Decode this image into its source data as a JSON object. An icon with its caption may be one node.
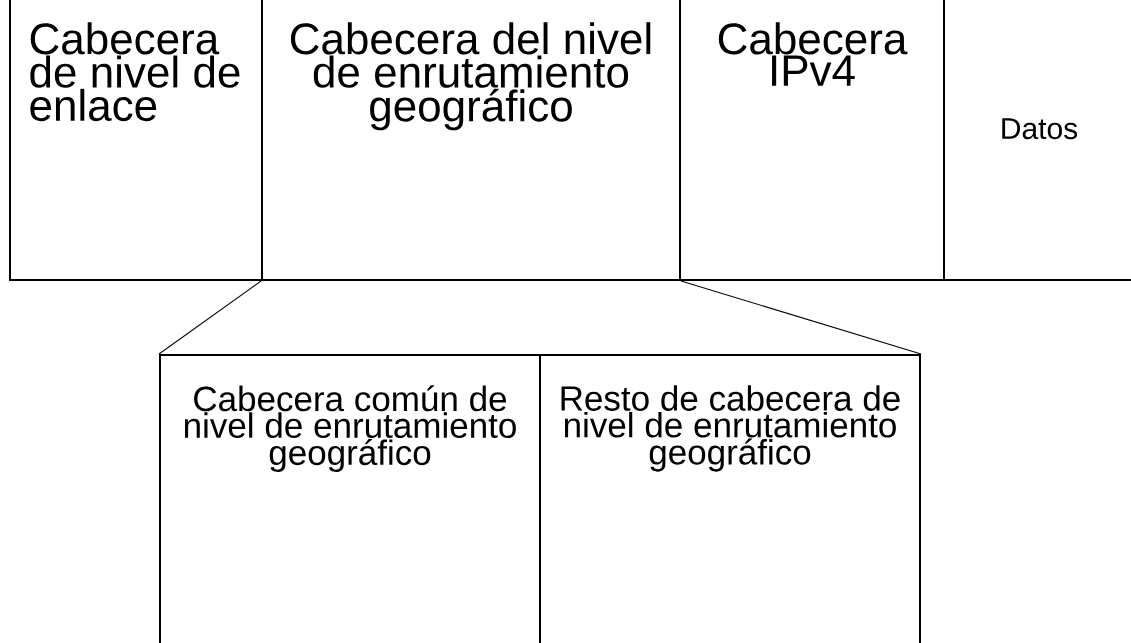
{
  "diagram": {
    "nodes": [
      {
        "text": [
          "Cabecera de nivel de enlace"
        ]
      },
      {
        "text": [
          "Cabecera del nivel de enrutamiento geográfico"
        ]
      },
      {
        "text": [
          "Cabecera IPv4"
        ]
      },
      {
        "text": [
          "Datos"
        ]
      },
      {
        "text": [
          "Cabecera común de nivel de enrutamiento geográfico"
        ]
      },
      {
        "text": [
          "Resto de cabecera de nivel de enrutamiento geográfico"
        ]
      }
    ],
    "edges": [
      {
        "from": 1,
        "to": 4,
        "arrow": "none"
      },
      {
        "from": 1,
        "to": 5,
        "arrow": "none"
      }
    ]
  }
}
